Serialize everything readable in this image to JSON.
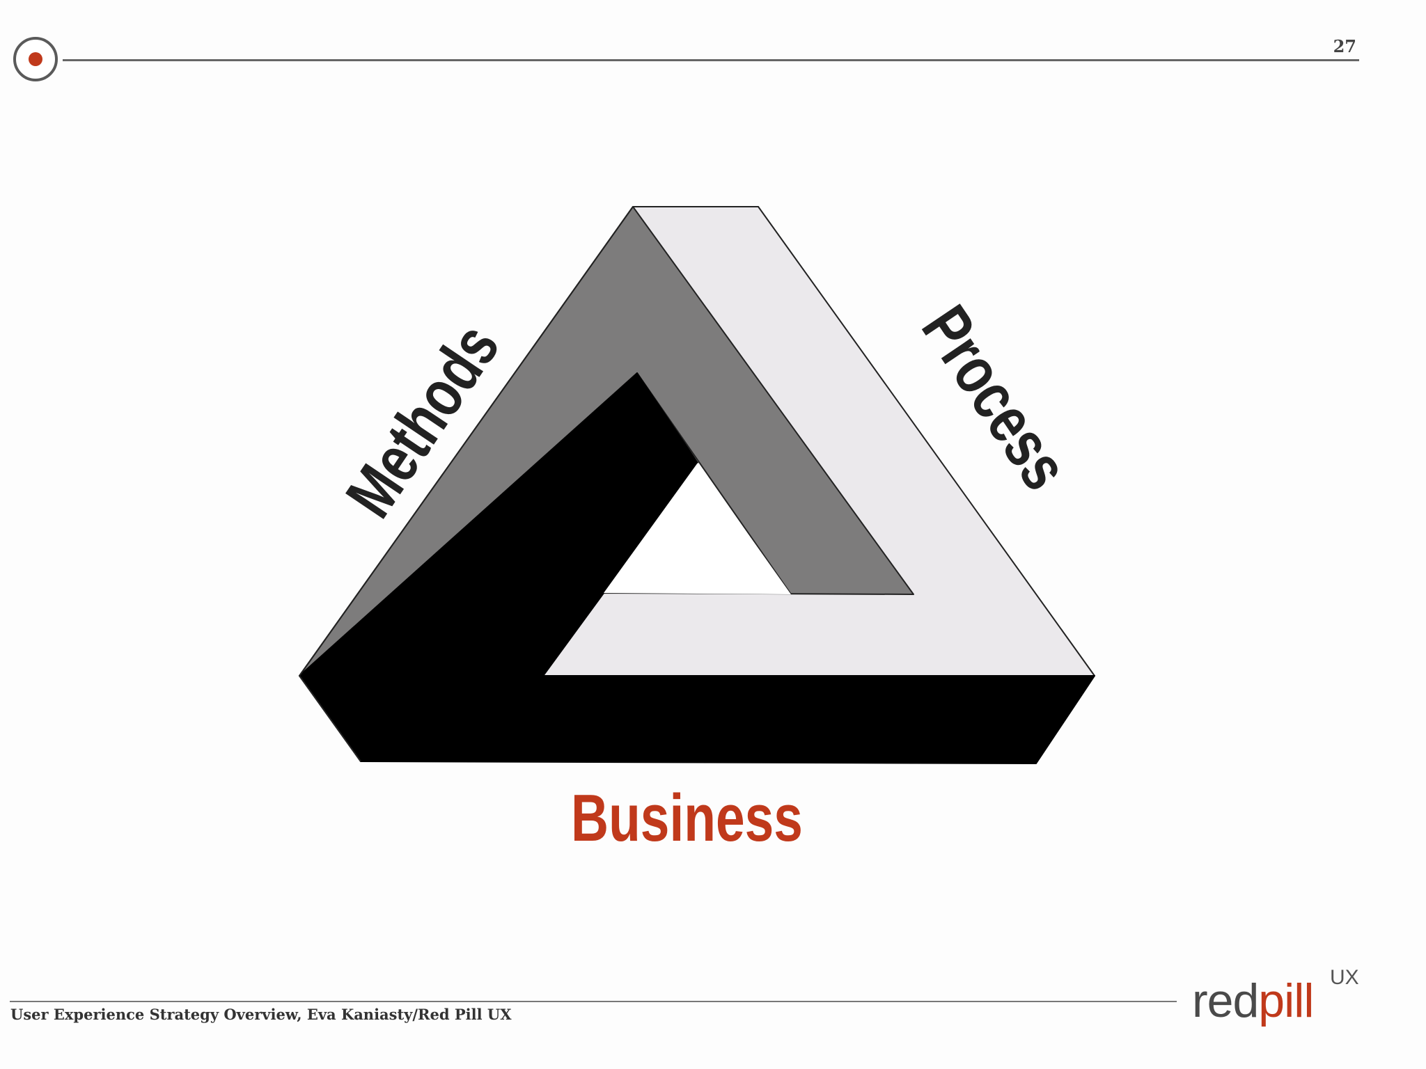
{
  "header": {
    "page_number": "27"
  },
  "figure": {
    "labels": {
      "methods": "Methods",
      "process": "Process",
      "business": "Business"
    },
    "colors": {
      "methods_face": "#7d7c7c",
      "process_face": "#ebe9ec",
      "business_face": "#000000",
      "accent": "#c0391b",
      "label_dark": "#222222"
    }
  },
  "footer": {
    "caption": "User Experience Strategy Overview, Eva Kaniasty/Red Pill UX",
    "brand": {
      "part1": "red",
      "part2": "pill",
      "superscript": "UX"
    }
  }
}
